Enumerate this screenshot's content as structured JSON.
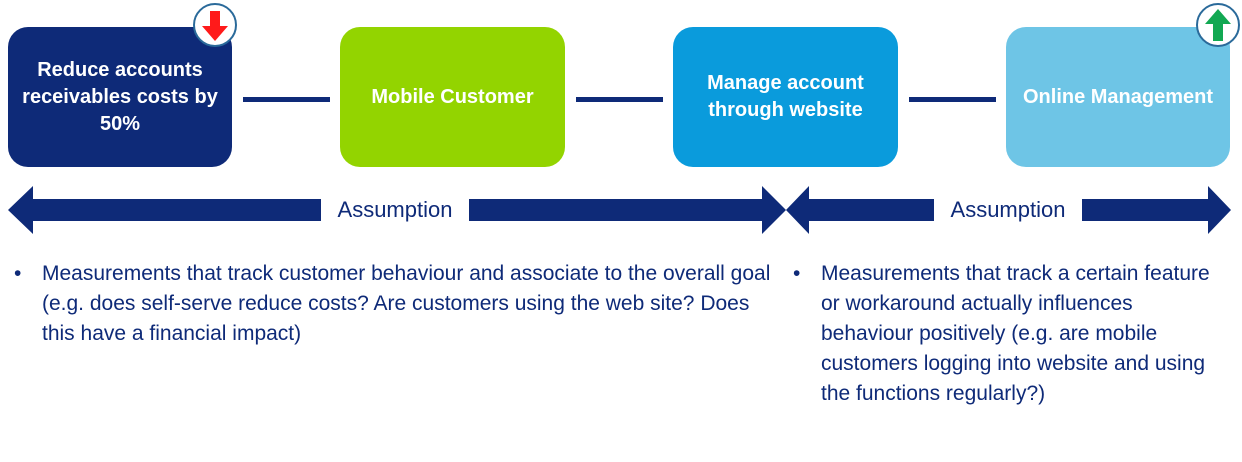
{
  "colors": {
    "navy": "#0e2a78",
    "green": "#93d400",
    "blue": "#0a9bdc",
    "light_blue": "#6ec5e6",
    "down_arrow": "#ff1a1a",
    "up_arrow": "#12a852"
  },
  "boxes": [
    {
      "label": "Reduce accounts receivables costs by 50%"
    },
    {
      "label": "Mobile Customer"
    },
    {
      "label": "Manage account through website"
    },
    {
      "label": "Online Management"
    }
  ],
  "badges": {
    "left": {
      "icon": "arrow-down-icon"
    },
    "right": {
      "icon": "arrow-up-icon"
    }
  },
  "assumptions": [
    {
      "label": "Assumption"
    },
    {
      "label": "Assumption"
    }
  ],
  "bullets": [
    {
      "marker": "•",
      "text": "Measurements that track customer behaviour and associate to the overall goal (e.g. does self-serve reduce costs? Are customers using the web site? Does this have a financial impact)"
    },
    {
      "marker": "•",
      "text": "Measurements that track a certain feature or workaround actually influences behaviour positively (e.g. are mobile customers logging into website and using the functions regularly?)"
    }
  ]
}
